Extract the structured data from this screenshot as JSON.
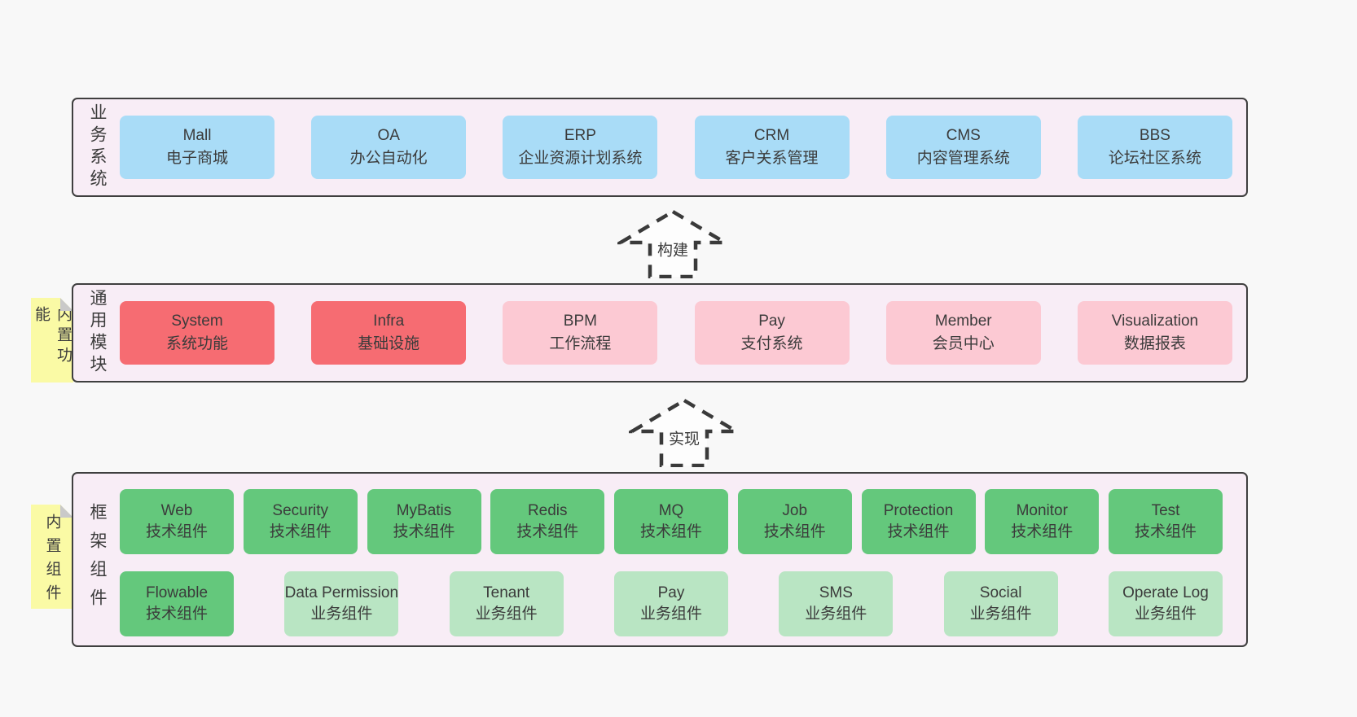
{
  "palette": {
    "page_bg": "#f8f8f8",
    "band_bg": "#f8edf6",
    "band_border": "#3f3f3f",
    "blue": "#a9dcf7",
    "red": "#f66c72",
    "pink": "#fcc9d3",
    "green": "#64c87c",
    "light_green": "#b9e5c3",
    "sticky_yellow": "#fafaa5",
    "sticky_fold": "#c9c9c9",
    "text": "#3b3b3b"
  },
  "arrows": {
    "build_label": "构建",
    "implement_label": "实现"
  },
  "bands": {
    "business": {
      "label": "业务系统",
      "boxes": [
        {
          "en": "Mall",
          "zh": "电子商城"
        },
        {
          "en": "OA",
          "zh": "办公自动化"
        },
        {
          "en": "ERP",
          "zh": "企业资源计划系统"
        },
        {
          "en": "CRM",
          "zh": "客户关系管理"
        },
        {
          "en": "CMS",
          "zh": "内容管理系统"
        },
        {
          "en": "BBS",
          "zh": "论坛社区系统"
        }
      ]
    },
    "modules": {
      "label": "通用模块",
      "sticky": "内置功能",
      "boxes": [
        {
          "en": "System",
          "zh": "系统功能"
        },
        {
          "en": "Infra",
          "zh": "基础设施"
        },
        {
          "en": "BPM",
          "zh": "工作流程"
        },
        {
          "en": "Pay",
          "zh": "支付系统"
        },
        {
          "en": "Member",
          "zh": "会员中心"
        },
        {
          "en": "Visualization",
          "zh": "数据报表"
        }
      ]
    },
    "components": {
      "label": "框架组件",
      "sticky": "内置组件",
      "row1": [
        {
          "en": "Web",
          "zh": "技术组件"
        },
        {
          "en": "Security",
          "zh": "技术组件"
        },
        {
          "en": "MyBatis",
          "zh": "技术组件"
        },
        {
          "en": "Redis",
          "zh": "技术组件"
        },
        {
          "en": "MQ",
          "zh": "技术组件"
        },
        {
          "en": "Job",
          "zh": "技术组件"
        },
        {
          "en": "Protection",
          "zh": "技术组件"
        },
        {
          "en": "Monitor",
          "zh": "技术组件"
        }
      ],
      "row2": [
        {
          "en": "Test",
          "zh": "技术组件"
        },
        {
          "en": "Flowable",
          "zh": "技术组件"
        },
        {
          "en": "Data Permission",
          "zh": "业务组件"
        },
        {
          "en": "Tenant",
          "zh": "业务组件"
        },
        {
          "en": "Pay",
          "zh": "业务组件"
        },
        {
          "en": "SMS",
          "zh": "业务组件"
        },
        {
          "en": "Social",
          "zh": "业务组件"
        },
        {
          "en": "Operate Log",
          "zh": "业务组件"
        }
      ]
    }
  }
}
